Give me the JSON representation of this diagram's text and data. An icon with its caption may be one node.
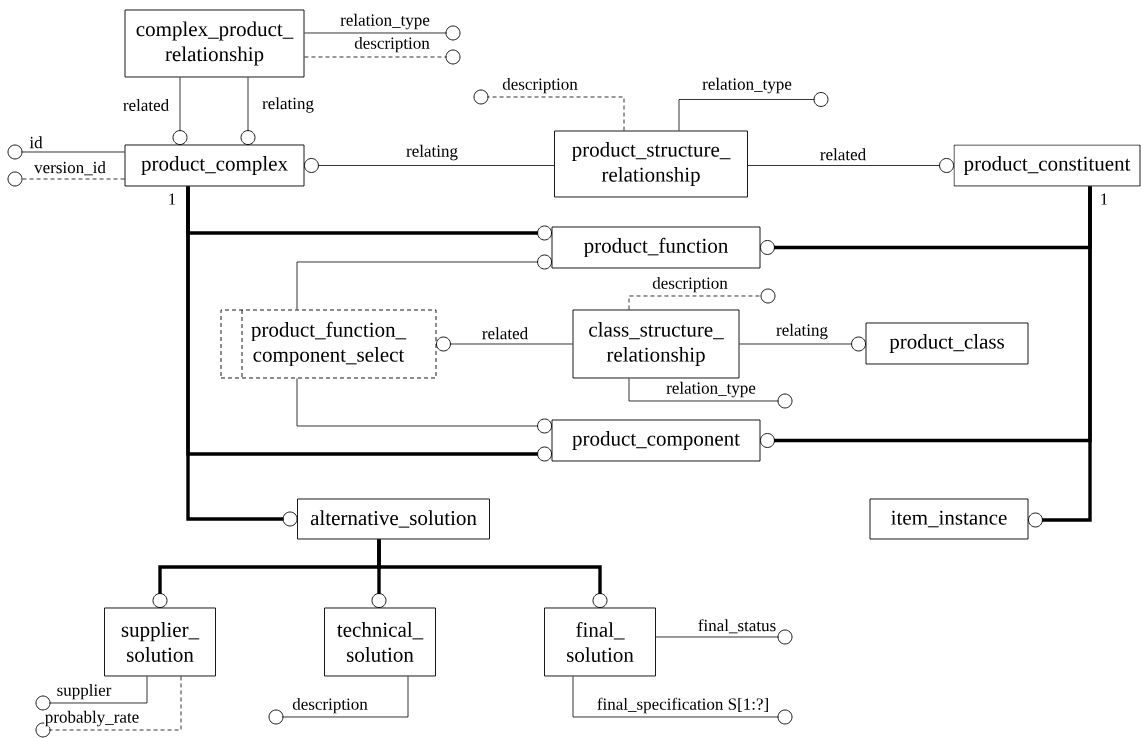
{
  "diagram": {
    "nodes": [
      {
        "text": [
          "complex_product_ relationship"
        ]
      },
      {
        "text": [
          "product_complex"
        ]
      },
      {
        "text": [
          "product_structure_ relationship"
        ]
      },
      {
        "text": [
          "product_constituent"
        ]
      },
      {
        "text": [
          "product_function"
        ]
      },
      {
        "text": [
          "product_function_ component_select"
        ]
      },
      {
        "text": [
          "class_structure_ relationship"
        ]
      },
      {
        "text": [
          "product_class"
        ]
      },
      {
        "text": [
          "product_component"
        ]
      },
      {
        "text": [
          "alternative_solution"
        ]
      },
      {
        "text": [
          "item_instance"
        ]
      },
      {
        "text": [
          "supplier_ solution"
        ]
      },
      {
        "text": [
          "technical_ solution"
        ]
      },
      {
        "text": [
          "final_ solution"
        ]
      }
    ],
    "edges": [
      {
        "from": 0,
        "to": null,
        "arrow": "other",
        "label": "relation_type"
      },
      {
        "from": 0,
        "to": null,
        "arrow": "other",
        "label": "description",
        "style": "dashed"
      },
      {
        "from": 0,
        "to": 1,
        "arrow": "other",
        "label": "related"
      },
      {
        "from": 0,
        "to": 1,
        "arrow": "other",
        "label": "relating"
      },
      {
        "from": 1,
        "to": null,
        "arrow": "other",
        "label": "id"
      },
      {
        "from": 1,
        "to": null,
        "arrow": "other",
        "label": "version_id",
        "style": "dashed"
      },
      {
        "from": 2,
        "to": 1,
        "arrow": "other",
        "label": "relating"
      },
      {
        "from": 2,
        "to": null,
        "arrow": "other",
        "label": "description",
        "style": "dashed"
      },
      {
        "from": 2,
        "to": null,
        "arrow": "other",
        "label": "relation_type"
      },
      {
        "from": 2,
        "to": 3,
        "arrow": "other",
        "label": "related"
      },
      {
        "from": 1,
        "to": 4,
        "arrow": "other",
        "style": "thick"
      },
      {
        "from": 1,
        "to": 8,
        "arrow": "other",
        "style": "thick"
      },
      {
        "from": 1,
        "to": 9,
        "arrow": "other",
        "style": "thick"
      },
      {
        "from": 3,
        "to": 4,
        "arrow": "other",
        "style": "thick"
      },
      {
        "from": 3,
        "to": 8,
        "arrow": "other",
        "style": "thick"
      },
      {
        "from": 3,
        "to": 10,
        "arrow": "other",
        "style": "thick"
      },
      {
        "from": 5,
        "to": 4,
        "arrow": "other"
      },
      {
        "from": 5,
        "to": 8,
        "arrow": "other"
      },
      {
        "from": 6,
        "to": 5,
        "arrow": "other",
        "label": "related"
      },
      {
        "from": 6,
        "to": null,
        "arrow": "other",
        "label": "description",
        "style": "dashed"
      },
      {
        "from": 6,
        "to": 7,
        "arrow": "other",
        "label": "relating"
      },
      {
        "from": 6,
        "to": null,
        "arrow": "other",
        "label": "relation_type"
      },
      {
        "from": 9,
        "to": 11,
        "arrow": "other",
        "style": "thick"
      },
      {
        "from": 9,
        "to": 12,
        "arrow": "other",
        "style": "thick"
      },
      {
        "from": 9,
        "to": 13,
        "arrow": "other",
        "style": "thick"
      },
      {
        "from": 11,
        "to": null,
        "arrow": "other",
        "label": "supplier"
      },
      {
        "from": 11,
        "to": null,
        "arrow": "other",
        "label": "probably_rate",
        "style": "dashed"
      },
      {
        "from": 12,
        "to": null,
        "arrow": "other",
        "label": "description"
      },
      {
        "from": 13,
        "to": null,
        "arrow": "other",
        "label": "final_status"
      },
      {
        "from": 13,
        "to": null,
        "arrow": "other",
        "label": "final_specification S[1:?]"
      }
    ],
    "labels": [
      "1",
      "1"
    ]
  }
}
